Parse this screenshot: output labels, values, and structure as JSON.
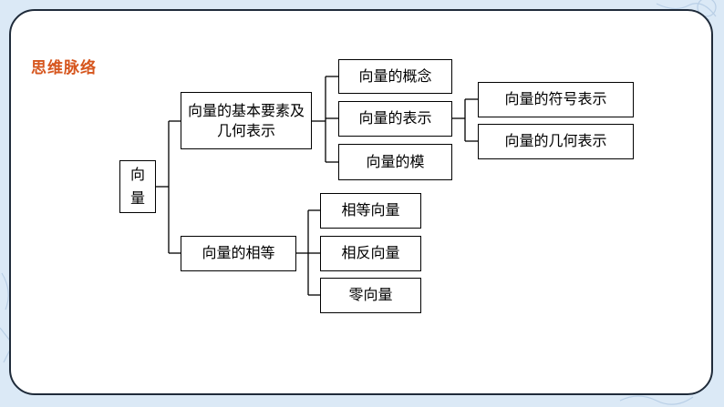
{
  "title": "思维脉络",
  "root": "向量",
  "branches": [
    {
      "label": "向量的基本要素及几何表示",
      "children": [
        {
          "label": "向量的概念"
        },
        {
          "label": "向量的表示",
          "children": [
            {
              "label": "向量的符号表示"
            },
            {
              "label": "向量的几何表示"
            }
          ]
        },
        {
          "label": "向量的模"
        }
      ]
    },
    {
      "label": "向量的相等",
      "children": [
        {
          "label": "相等向量"
        },
        {
          "label": "相反向量"
        },
        {
          "label": "零向量"
        }
      ]
    }
  ],
  "colors": {
    "background": "#dbe9f6",
    "card_border": "#1f2b3a",
    "title": "#d6561e",
    "node_border": "#000000"
  }
}
